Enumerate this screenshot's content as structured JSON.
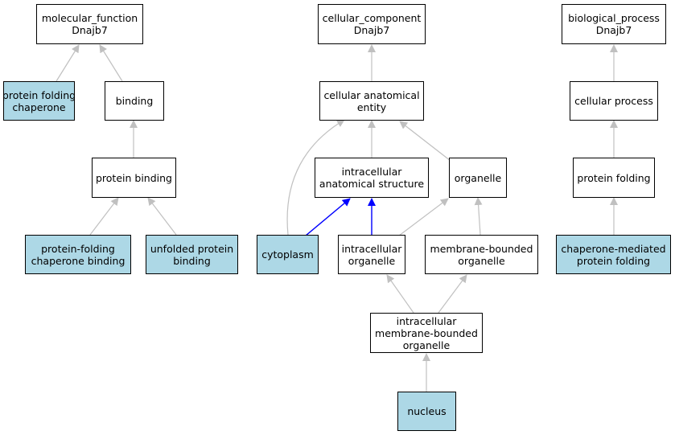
{
  "colors": {
    "annotated_fill": "#add8e6",
    "plain_fill": "#ffffff",
    "gray_edge": "#c0c0c0",
    "blue_edge": "#0000ff",
    "border": "#000000"
  },
  "nodes": {
    "molecular_function": {
      "line1": "molecular_function",
      "line2": "Dnajb7"
    },
    "protein_folding_chaperone": {
      "line1": "protein folding",
      "line2": "chaperone"
    },
    "binding": {
      "line1": "binding"
    },
    "protein_binding": {
      "line1": "protein binding"
    },
    "protein_folding_chaperone_binding": {
      "line1": "protein-folding",
      "line2": "chaperone binding"
    },
    "unfolded_protein_binding": {
      "line1": "unfolded protein",
      "line2": "binding"
    },
    "cellular_component": {
      "line1": "cellular_component",
      "line2": "Dnajb7"
    },
    "cellular_anatomical_entity": {
      "line1": "cellular anatomical",
      "line2": "entity"
    },
    "intracellular_anatomical_structure": {
      "line1": "intracellular",
      "line2": "anatomical structure"
    },
    "organelle": {
      "line1": "organelle"
    },
    "cytoplasm": {
      "line1": "cytoplasm"
    },
    "intracellular_organelle": {
      "line1": "intracellular",
      "line2": "organelle"
    },
    "membrane_bounded_organelle": {
      "line1": "membrane-bounded",
      "line2": "organelle"
    },
    "intracellular_membrane_bounded_organelle": {
      "line1": "intracellular",
      "line2": "membrane-bounded",
      "line3": "organelle"
    },
    "nucleus": {
      "line1": "nucleus"
    },
    "biological_process": {
      "line1": "biological_process",
      "line2": "Dnajb7"
    },
    "cellular_process": {
      "line1": "cellular process"
    },
    "protein_folding": {
      "line1": "protein folding"
    },
    "chaperone_mediated_protein_folding": {
      "line1": "chaperone-mediated",
      "line2": "protein folding"
    }
  }
}
